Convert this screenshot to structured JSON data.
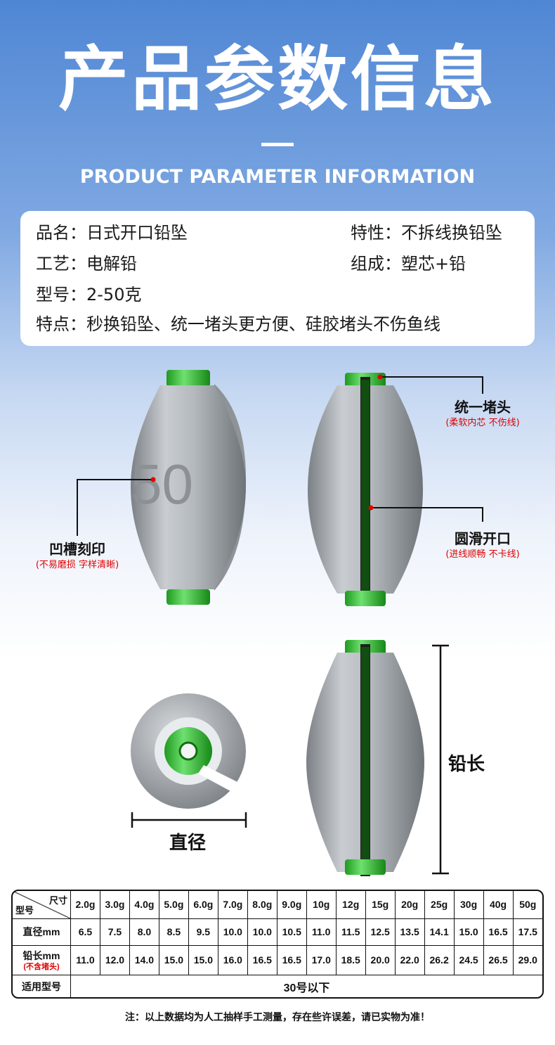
{
  "header": {
    "title": "产品参数信息",
    "subtitle": "PRODUCT PARAMETER INFORMATION"
  },
  "info": {
    "name": "品名：日式开口铅坠",
    "property": "特性：不拆线换铅坠",
    "craft": "工艺：电解铅",
    "composition": "组成：塑芯+铅",
    "model": "型号：2-50克",
    "features": "特点：秒换铅坠、统一堵头更方便、硅胶堵头不伤鱼线"
  },
  "callouts": {
    "engraving_title": "凹槽刻印",
    "engraving_sub": "(不易磨损 字样清晰)",
    "engraving_number": "50",
    "cap_title": "统一堵头",
    "cap_sub": "(柔软内芯 不伤线)",
    "opening_title": "圆滑开口",
    "opening_sub": "(进线顺畅  不卡线)",
    "diameter_label": "直径",
    "length_label": "铅长"
  },
  "table": {
    "corner_size": "尺寸",
    "corner_model": "型号",
    "weights": [
      "2.0g",
      "3.0g",
      "4.0g",
      "5.0g",
      "6.0g",
      "7.0g",
      "8.0g",
      "9.0g",
      "10g",
      "12g",
      "15g",
      "20g",
      "25g",
      "30g",
      "40g",
      "50g"
    ],
    "diameter_label": "直径mm",
    "diameters": [
      "6.5",
      "7.5",
      "8.0",
      "8.5",
      "9.5",
      "10.0",
      "10.0",
      "10.5",
      "11.0",
      "11.5",
      "12.5",
      "13.5",
      "14.1",
      "15.0",
      "16.5",
      "17.5"
    ],
    "length_label": "铅长mm",
    "length_note": "(不含堵头)",
    "lengths": [
      "11.0",
      "12.0",
      "14.0",
      "15.0",
      "15.0",
      "16.0",
      "16.5",
      "16.5",
      "17.0",
      "18.5",
      "20.0",
      "22.0",
      "26.2",
      "24.5",
      "26.5",
      "29.0"
    ],
    "applicable_label": "适用型号",
    "applicable_value": "30号以下"
  },
  "note": "注：以上数据均为人工抽样手工测量，存在些许误差，请已实物为准！",
  "colors": {
    "accent_red": "#e00000",
    "cap_green": "#2fb82f",
    "lead_gray": "#a9aeb3"
  }
}
